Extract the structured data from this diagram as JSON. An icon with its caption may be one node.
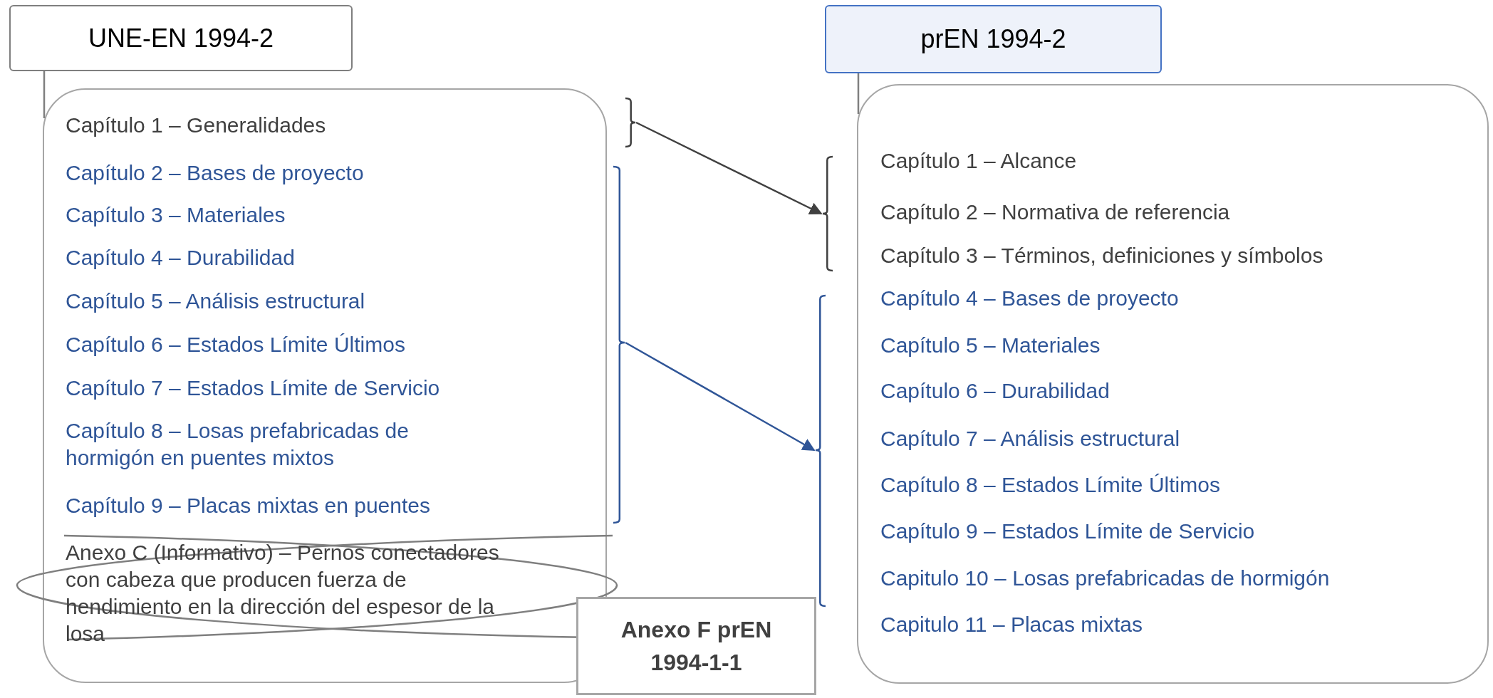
{
  "diagram": {
    "nodes": [
      {
        "text": [
          "UNE-EN 1994-2"
        ]
      },
      {
        "text": [],
        "shape": "box"
      },
      {
        "text": [
          "Capítulo 1 – Generalidades"
        ],
        "in": 1
      },
      {
        "text": [
          "Capítulo 2 – Bases de proyecto"
        ],
        "in": 1
      },
      {
        "text": [
          "Capítulo 3 – Materiales"
        ],
        "in": 1
      },
      {
        "text": [
          "Capítulo 4 – Durabilidad"
        ],
        "in": 1
      },
      {
        "text": [
          "Capítulo 5 – Análisis estructural"
        ],
        "in": 1
      },
      {
        "text": [
          "Capítulo 6 – Estados Límite Últimos"
        ],
        "in": 1
      },
      {
        "text": [
          "Capítulo 7 – Estados Límite de Servicio"
        ],
        "in": 1
      },
      {
        "text": [
          "Capítulo 8 – Losas prefabricadas de hormigón en puentes mixtos"
        ],
        "in": 1
      },
      {
        "text": [
          "Capítulo 9 – Placas mixtas en puentes"
        ],
        "in": 1
      },
      {
        "text": [
          "Anexo C (Informativo) – Pernos conectadores con cabeza que producen fuerza de hendimiento en la dirección del espesor de la losa"
        ],
        "in": 1
      },
      {
        "text": [
          "Anexo F prEN 1994-1-1"
        ]
      },
      {
        "text": [
          "prEN 1994-2"
        ]
      },
      {
        "text": [],
        "shape": "box"
      },
      {
        "text": [
          "Capítulo 1 – Alcance"
        ],
        "in": 14
      },
      {
        "text": [
          "Capítulo 2 – Normativa de referencia"
        ],
        "in": 14
      },
      {
        "text": [
          "Capítulo 3 – Términos, definiciones y símbolos"
        ],
        "in": 14
      },
      {
        "text": [
          "Capítulo 4 – Bases de proyecto"
        ],
        "in": 14
      },
      {
        "text": [
          "Capítulo 5 – Materiales"
        ],
        "in": 14
      },
      {
        "text": [
          "Capítulo 6 – Durabilidad"
        ],
        "in": 14
      },
      {
        "text": [
          "Capítulo 7 – Análisis estructural"
        ],
        "in": 14
      },
      {
        "text": [
          "Capítulo 8 – Estados Límite Últimos"
        ],
        "in": 14
      },
      {
        "text": [
          "Capítulo 9 – Estados Límite de Servicio"
        ],
        "in": 14
      },
      {
        "text": [
          "Capitulo 10 – Losas prefabricadas de hormigón"
        ],
        "in": 14
      },
      {
        "text": [
          "Capitulo 11 – Placas mixtas"
        ],
        "in": 14
      },
      {
        "text": [],
        "shape": "bracket"
      },
      {
        "text": [],
        "shape": "bracket"
      },
      {
        "text": [],
        "shape": "bracket"
      },
      {
        "text": [],
        "shape": "bracket"
      }
    ],
    "edges": [
      {
        "from": 0,
        "to": 1,
        "arrow": "none",
        "color": "#7f7f7f"
      },
      {
        "from": 13,
        "to": 14,
        "arrow": "none",
        "color": "#7f7f7f"
      },
      {
        "from": 26,
        "to": 28,
        "arrow": "to",
        "color": "#404040"
      },
      {
        "from": 27,
        "to": 29,
        "arrow": "to",
        "color": "#2f5597"
      }
    ]
  }
}
